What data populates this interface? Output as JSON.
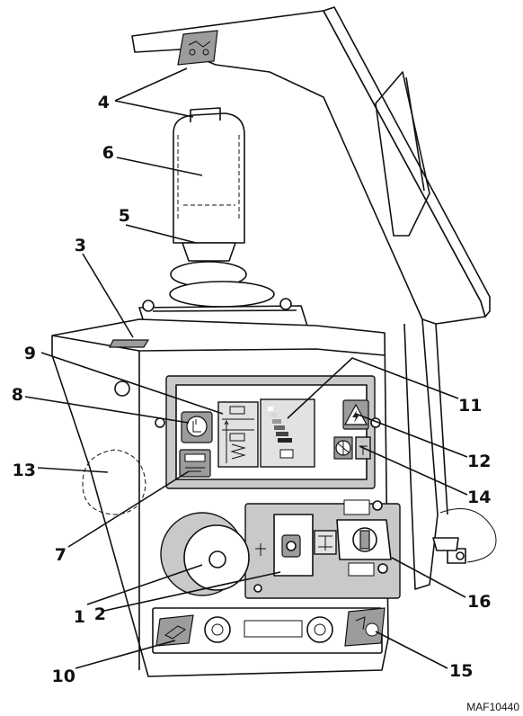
{
  "callouts": [
    "1",
    "2",
    "3",
    "4",
    "5",
    "6",
    "7",
    "8",
    "9",
    "10",
    "11",
    "12",
    "13",
    "14",
    "15",
    "16"
  ],
  "reference_code": "MAF10440",
  "icons": {
    "8": "operator-seat-icon",
    "9": "suspension-lock-icon",
    "11": "battery-level-indicator",
    "12": "power-warning-icon",
    "14": "steering-wheel-icon",
    "7": "lift-height-icon",
    "10": "horn-icon",
    "15": "forks-tilt-icon",
    "4": "joystick-function-decal"
  }
}
